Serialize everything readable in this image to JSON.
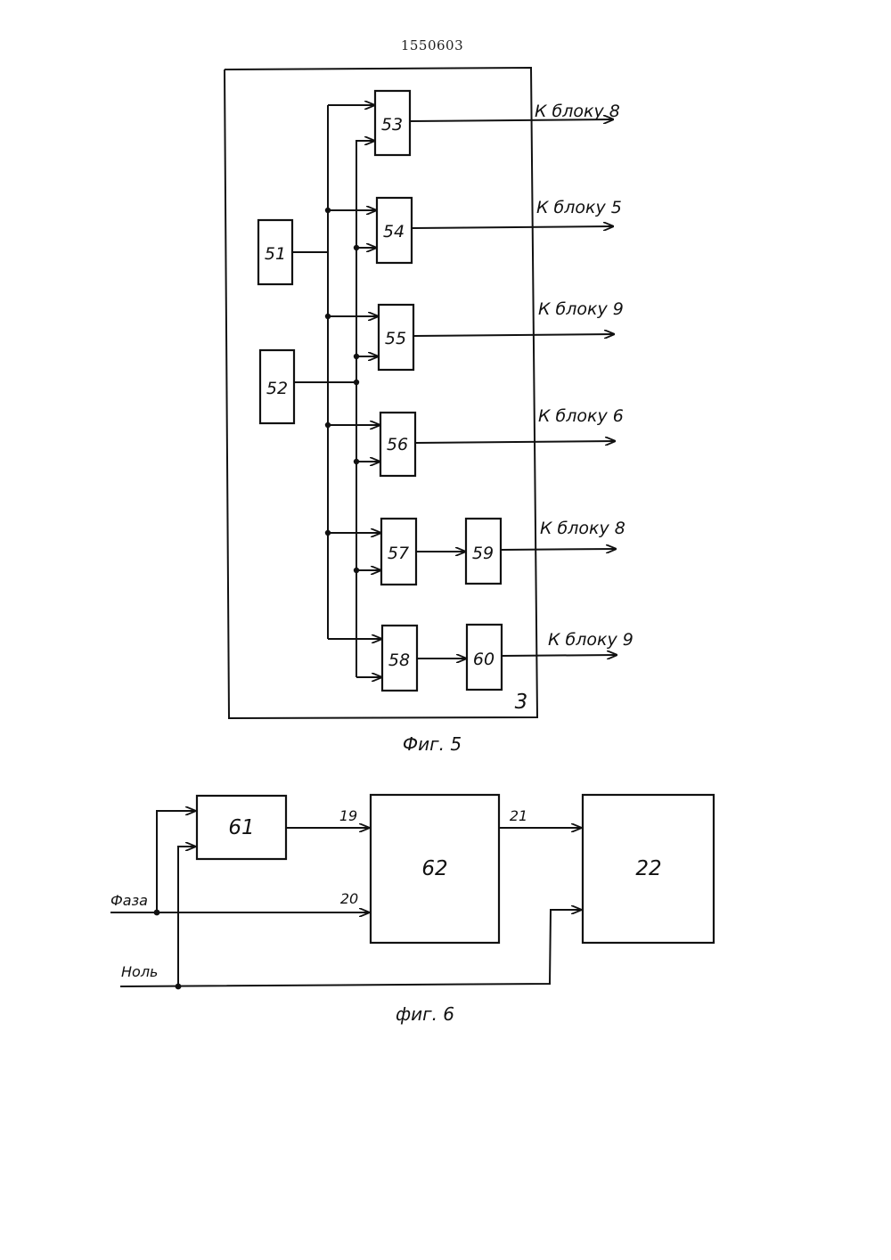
{
  "document": {
    "number": "1550603"
  },
  "figure5": {
    "caption": "Фиг. 5",
    "frame_label": "3",
    "blocks": {
      "b51": "51",
      "b52": "52",
      "b53": "53",
      "b54": "54",
      "b55": "55",
      "b56": "56",
      "b57": "57",
      "b58": "58",
      "b59": "59",
      "b60": "60"
    },
    "outputs": {
      "o53": "К блоку 8",
      "o54": "К блоку 5",
      "o55": "К блоку 9",
      "o56": "К блоку 6",
      "o59": "К блоку 8",
      "o60": "К блоку 9"
    }
  },
  "figure6": {
    "caption": "фиг. 6",
    "blocks": {
      "b61": "61",
      "b62": "62",
      "b22": "22"
    },
    "signals": {
      "s19": "19",
      "s20": "20",
      "s21": "21"
    },
    "inputs": {
      "phase": "Фаза",
      "neutral": "Ноль"
    }
  }
}
